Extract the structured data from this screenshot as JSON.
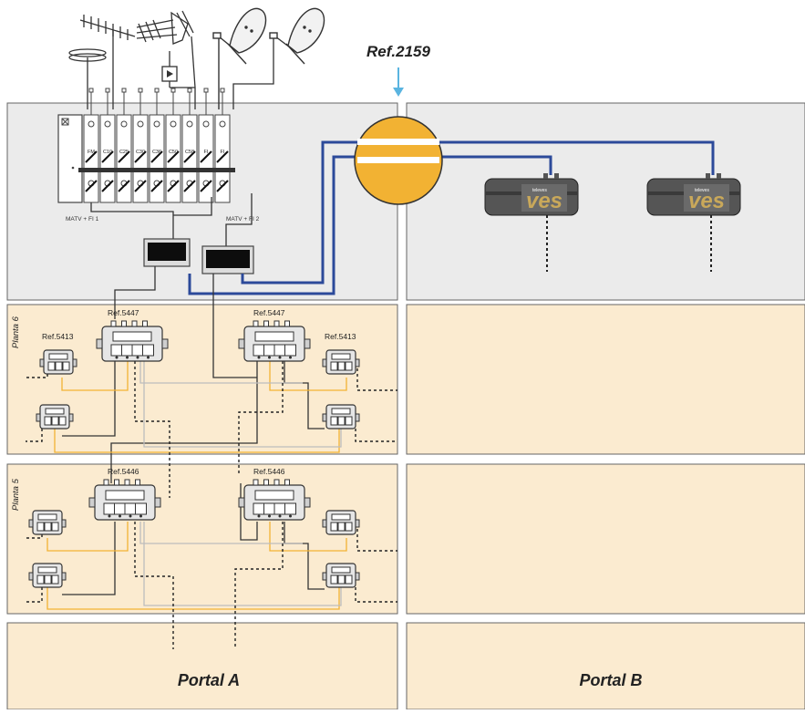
{
  "title": "Ref.2159",
  "floors": {
    "planta6": "Planta 6",
    "planta5": "Planta 5"
  },
  "portals": {
    "a": "Portal A",
    "b": "Portal  B"
  },
  "headend": {
    "modules": [
      "FM",
      "C10",
      "C25",
      "C30",
      "C36",
      "C50",
      "C58",
      "FI",
      "FI"
    ],
    "label_left": "MATV + FI 1",
    "label_right": "MATV + FI 2"
  },
  "refs": {
    "p6_left_multi": "Ref.5447",
    "p6_right_multi": "Ref.5447",
    "p6_left_deriv": "Ref.5413",
    "p6_right_deriv": "Ref.5413",
    "p5_left_multi": "Ref.5446",
    "p5_right_multi": "Ref.5446"
  },
  "brand": {
    "product": "ves",
    "maker": "televes"
  },
  "colors": {
    "panel_gray": "#ebebeb",
    "panel_beige": "#fbebd0",
    "coax_blue": "#2c4a9a",
    "cable_orange": "#f2b233",
    "cable_gray": "#bdbdbd",
    "ref_orange": "#f2b233",
    "arrow_blue": "#5ab4e0"
  }
}
